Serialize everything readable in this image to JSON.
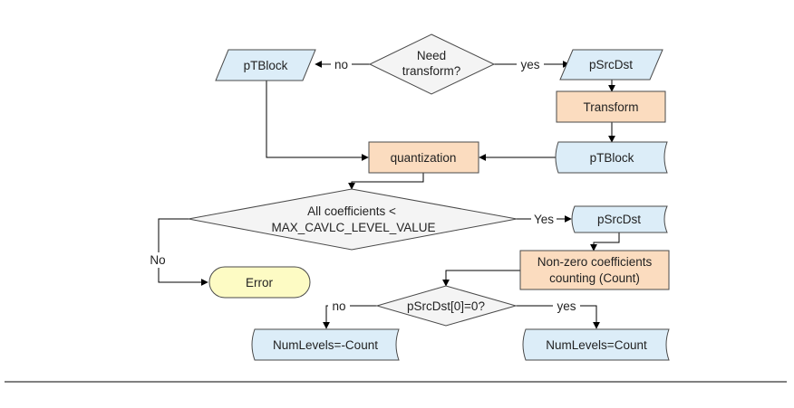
{
  "colors": {
    "data_fill": "#dcedf8",
    "process_fill": "#fbdcbf",
    "decision_fill": "#f4f4f4",
    "terminal_fill": "#fdfbc4",
    "line": "#000000"
  },
  "nodes": {
    "need_transform": {
      "lines": [
        "Need",
        "transform?"
      ]
    },
    "ptblock_left": {
      "label": "pTBlock"
    },
    "psrcdst_top": {
      "label": "pSrcDst"
    },
    "transform": {
      "label": "Transform"
    },
    "ptblock_right": {
      "label": "pTBlock"
    },
    "quantization": {
      "label": "quantization"
    },
    "all_coefficients": {
      "lines": [
        "All coefficients <",
        "MAX_CAVLC_LEVEL_VALUE"
      ]
    },
    "psrcdst_mid": {
      "label": "pSrcDst"
    },
    "nonzero_counting": {
      "lines": [
        "Non-zero coefficients",
        "counting (Count)"
      ]
    },
    "error": {
      "label": "Error"
    },
    "psrcdst_check": {
      "label": "pSrcDst[0]=0?"
    },
    "numlevels_neg": {
      "label": "NumLevels=-Count"
    },
    "numlevels_pos": {
      "label": "NumLevels=Count"
    }
  },
  "edge_labels": {
    "transform_no": "no",
    "transform_yes": "yes",
    "coeff_yes": "Yes",
    "coeff_no": "No",
    "check_no": "no",
    "check_yes": "yes"
  }
}
